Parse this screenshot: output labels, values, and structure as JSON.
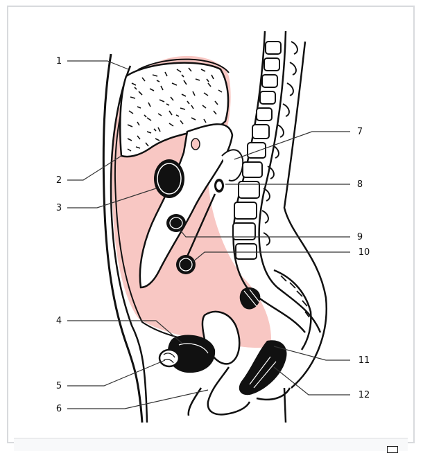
{
  "figure": {
    "labels": [
      "1",
      "2",
      "3",
      "4",
      "5",
      "6",
      "7",
      "8",
      "9",
      "10",
      "11",
      "12"
    ]
  },
  "colors": {
    "peritoneum": "#f8c7c3",
    "ink": "#111111",
    "frame": "#d8dadd"
  },
  "icons": {
    "expand": "expand-icon"
  }
}
